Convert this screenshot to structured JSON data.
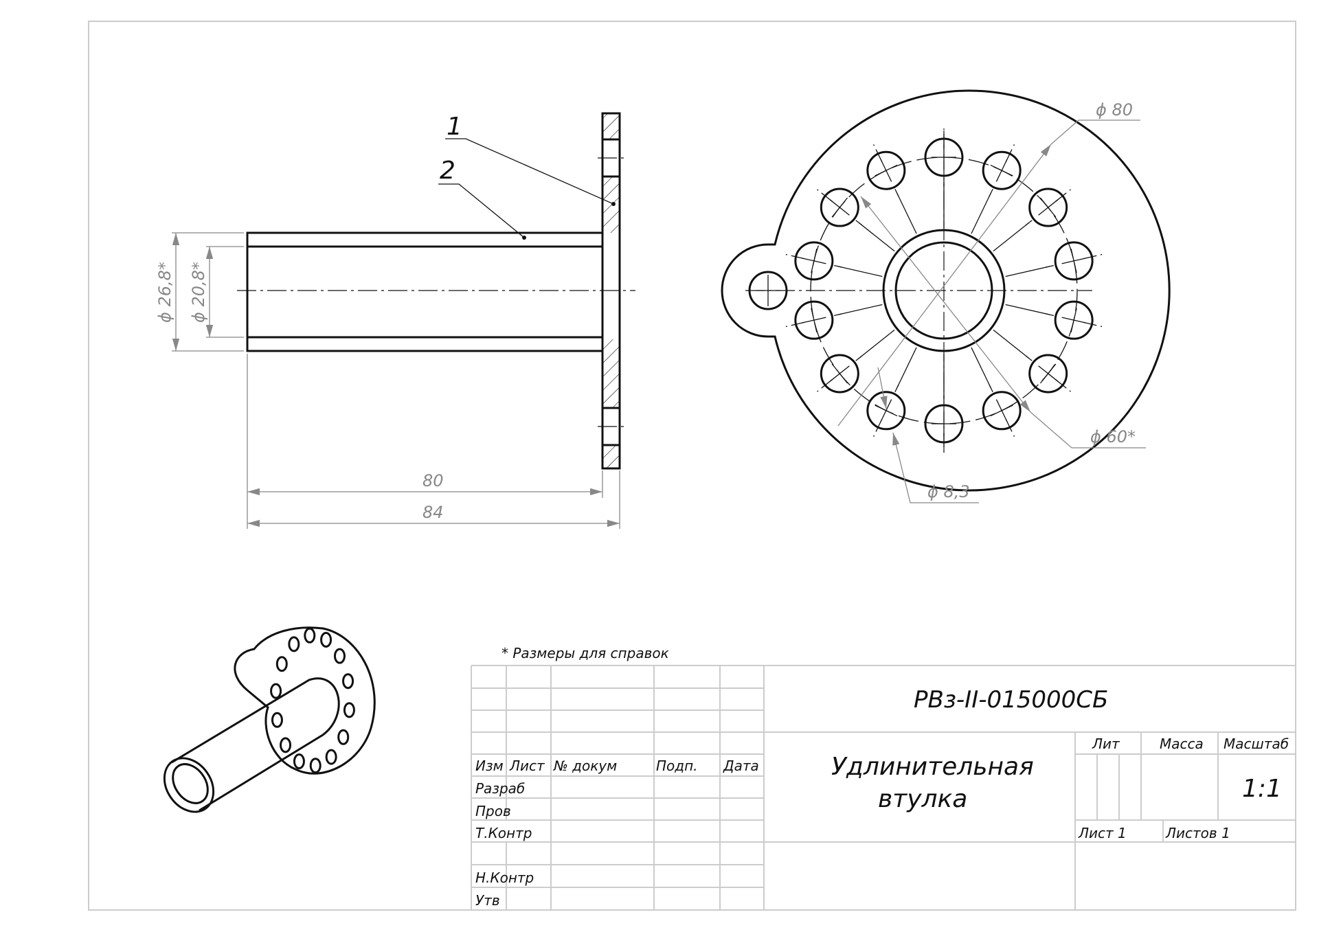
{
  "drawing": {
    "leaders": [
      "1",
      "2"
    ],
    "dimensions": {
      "outer_diameter": "ϕ 26,8*",
      "inner_diameter": "ϕ 20,8*",
      "length_80": "80",
      "length_84": "84",
      "flange_diameter": "ϕ 80",
      "bolt_circle": "ϕ 60*",
      "hole_diameter": "ϕ 8,3"
    },
    "hole_count": 14,
    "note": "* Размеры для справок"
  },
  "title_block": {
    "designation": "РВз-II-015000СБ",
    "name_line1": "Удлинительная",
    "name_line2": "втулка",
    "columns": [
      "Изм",
      "Лист",
      "№ докум",
      "Подп.",
      "Дата"
    ],
    "roles": [
      "Разраб",
      "Пров",
      "Т.Контр",
      "Н.Контр",
      "Утв"
    ],
    "lit": "Лит",
    "mass": "Масса",
    "scale_label": "Масштаб",
    "scale": "1:1",
    "sheet": "Лист 1",
    "sheets": "Листов 1"
  }
}
